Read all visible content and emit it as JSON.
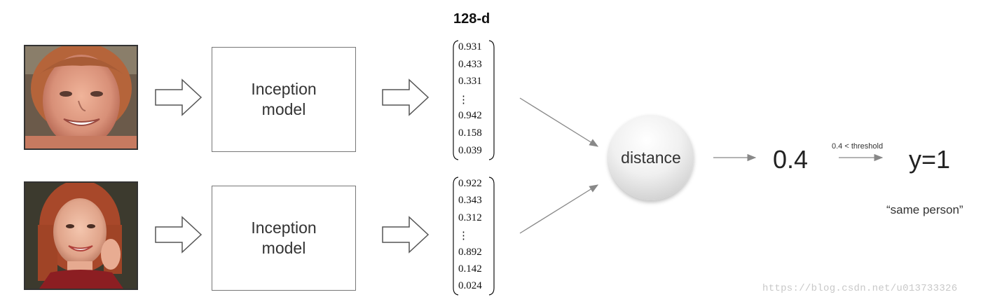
{
  "diagram": {
    "embedding_title": "128-d",
    "model_label_line1": "Inception",
    "model_label_line2": "model",
    "vector_top": [
      "0.931",
      "0.433",
      "0.331",
      "⋮",
      "0.942",
      "0.158",
      "0.039"
    ],
    "vector_bottom": [
      "0.922",
      "0.343",
      "0.312",
      "⋮",
      "0.892",
      "0.142",
      "0.024"
    ],
    "distance_label": "distance",
    "distance_value": "0.4",
    "threshold_label": "0.4 < threshold",
    "output_label": "y=1",
    "output_caption": "“same person”",
    "watermark": "https://blog.csdn.net/u013733326"
  },
  "colors": {
    "arrow_outline": "#555555",
    "line": "#888888",
    "box_border": "#777777"
  },
  "icons": {
    "photo_top": "face-photo-icon",
    "photo_bottom": "face-photo-icon",
    "hollow_arrow": "hollow-right-arrow-icon"
  }
}
